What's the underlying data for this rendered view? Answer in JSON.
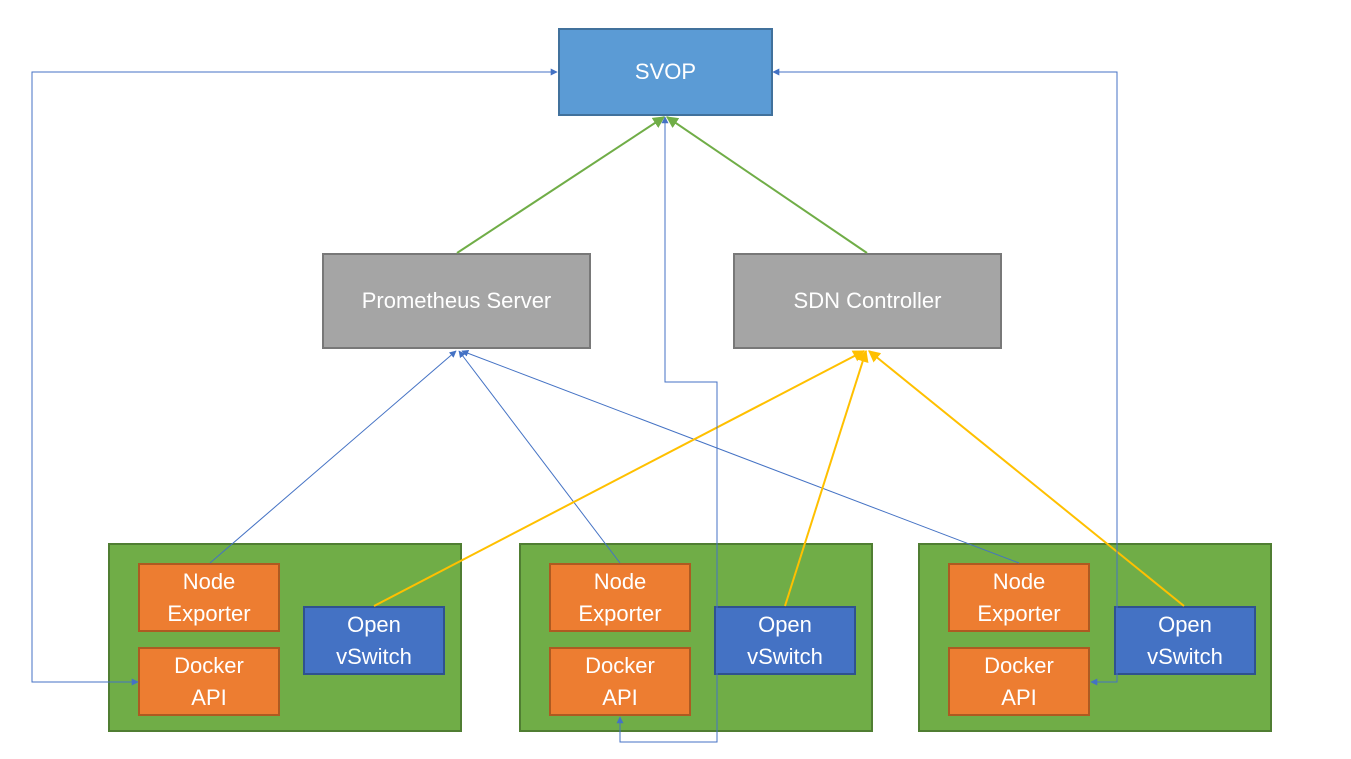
{
  "nodes": {
    "svop": "SVOP",
    "prometheus": "Prometheus Server",
    "sdn": "SDN Controller"
  },
  "hosts": [
    {
      "node_exporter": "Node\nExporter",
      "docker_api": "Docker\nAPI",
      "open_vswitch": "Open\nvSwitch"
    },
    {
      "node_exporter": "Node\nExporter",
      "docker_api": "Docker\nAPI",
      "open_vswitch": "Open\nvSwitch"
    },
    {
      "node_exporter": "Node\nExporter",
      "docker_api": "Docker\nAPI",
      "open_vswitch": "Open\nvSwitch"
    }
  ],
  "colors": {
    "svop_fill": "#5b9bd5",
    "server_fill": "#a5a5a5",
    "host_fill": "#70ad47",
    "component_fill": "#ed7d31",
    "ovs_fill": "#4472c4",
    "metrics_link": "#4472c4",
    "svop_link": "#70ad47",
    "openflow_link": "#ffc000"
  }
}
